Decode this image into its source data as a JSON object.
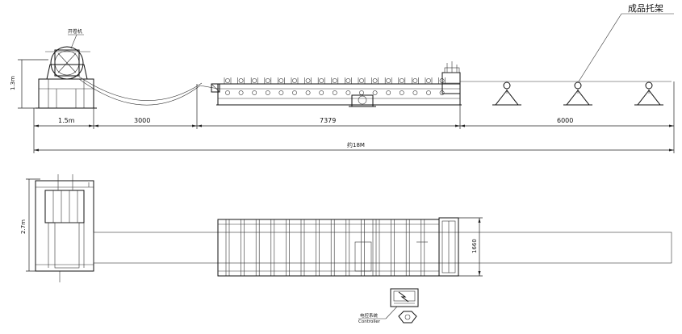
{
  "labels": {
    "finished_rack": "成品托架",
    "decoiler": "开卷机",
    "controller_cn": "电控系统",
    "controller_en": "Controller"
  },
  "dimensions": {
    "height": "1.3m",
    "decoiler_width": "1.5m",
    "gap": "3000",
    "machine_length": "7379",
    "rack_length": "6000",
    "total_length": "约18M",
    "plan_width": "2.7m",
    "machine_width": "1660"
  }
}
